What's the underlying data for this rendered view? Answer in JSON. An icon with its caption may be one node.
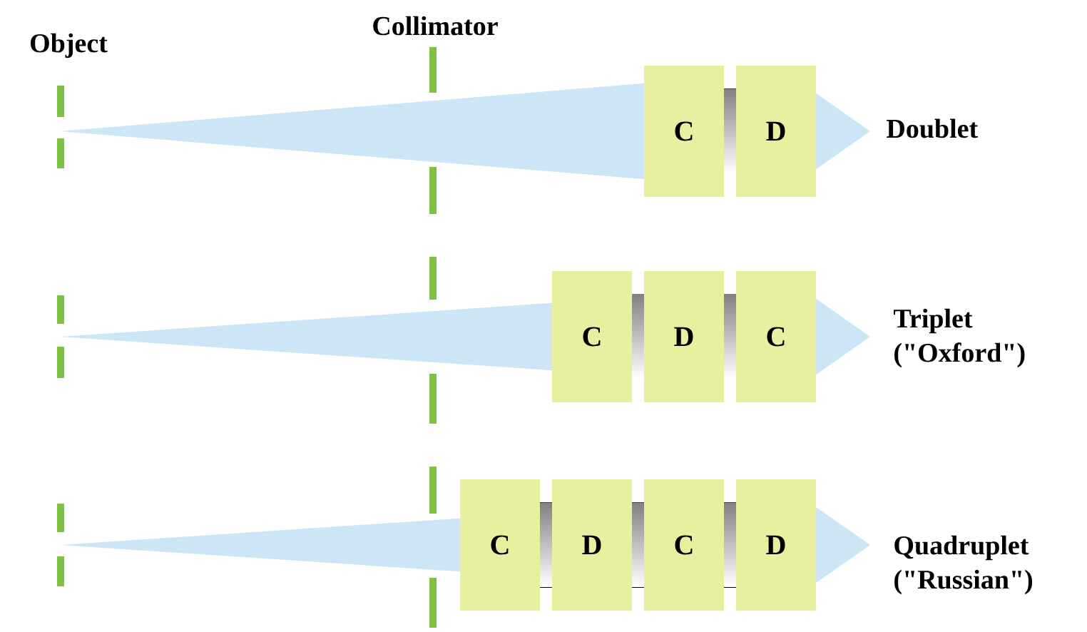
{
  "diagram": {
    "nodes": [
      {
        "text": [
          "C"
        ]
      },
      {
        "text": [
          "D"
        ]
      },
      {
        "text": [
          "C"
        ]
      },
      {
        "text": [
          "D"
        ]
      },
      {
        "text": [
          "C"
        ]
      },
      {
        "text": [
          "C"
        ]
      },
      {
        "text": [
          "D"
        ]
      },
      {
        "text": [
          "C"
        ]
      },
      {
        "text": [
          "D"
        ]
      }
    ],
    "labels": [
      "Object",
      "Collimator",
      "Doublet",
      "Triplet (\"Oxford\")",
      "Quadruplet (\"Russian\")"
    ]
  }
}
